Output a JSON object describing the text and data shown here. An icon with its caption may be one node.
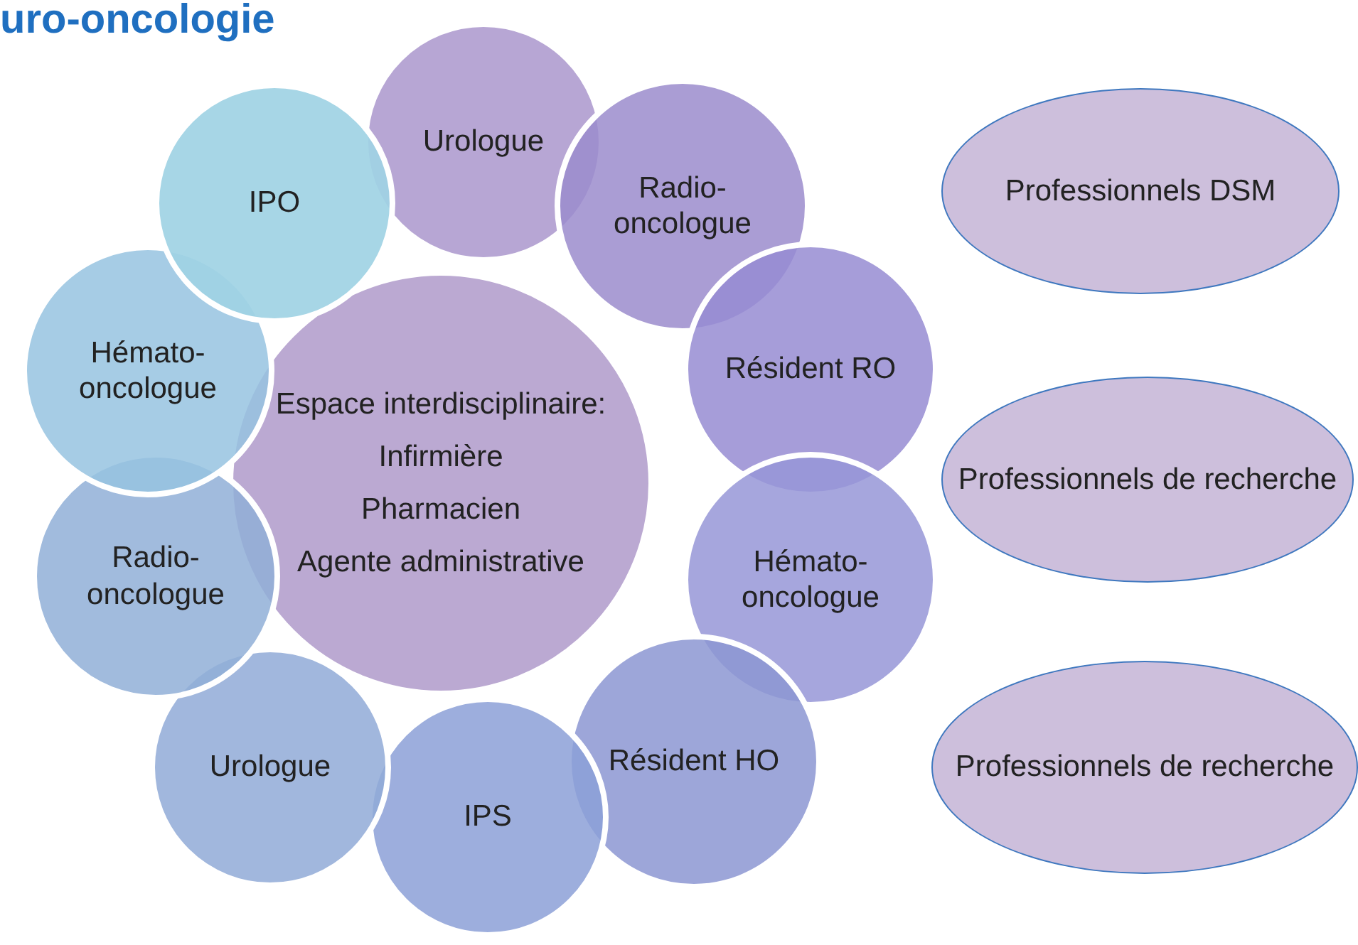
{
  "diagram": {
    "title": "uro-oncologie",
    "nodes": [
      {
        "text": [
          "Espace interdisciplinaire:",
          "Infirmière",
          "Pharmacien",
          "Agente administrative"
        ]
      },
      {
        "text": [
          "Urologue"
        ]
      },
      {
        "text": [
          "Radio-oncologue"
        ]
      },
      {
        "text": [
          "Résident RO"
        ]
      },
      {
        "text": [
          "Hémato-oncologue"
        ]
      },
      {
        "text": [
          "Résident HO"
        ]
      },
      {
        "text": [
          "IPS"
        ]
      },
      {
        "text": [
          "Urologue"
        ]
      },
      {
        "text": [
          "Radio-oncologue"
        ]
      },
      {
        "text": [
          "Hémato-oncologue"
        ]
      },
      {
        "text": [
          "IPO"
        ]
      },
      {
        "text": [
          "Professionnels DSM"
        ]
      },
      {
        "text": [
          "Professionnels de recherche"
        ]
      },
      {
        "text": [
          "Professionnels de recherche"
        ]
      }
    ]
  }
}
